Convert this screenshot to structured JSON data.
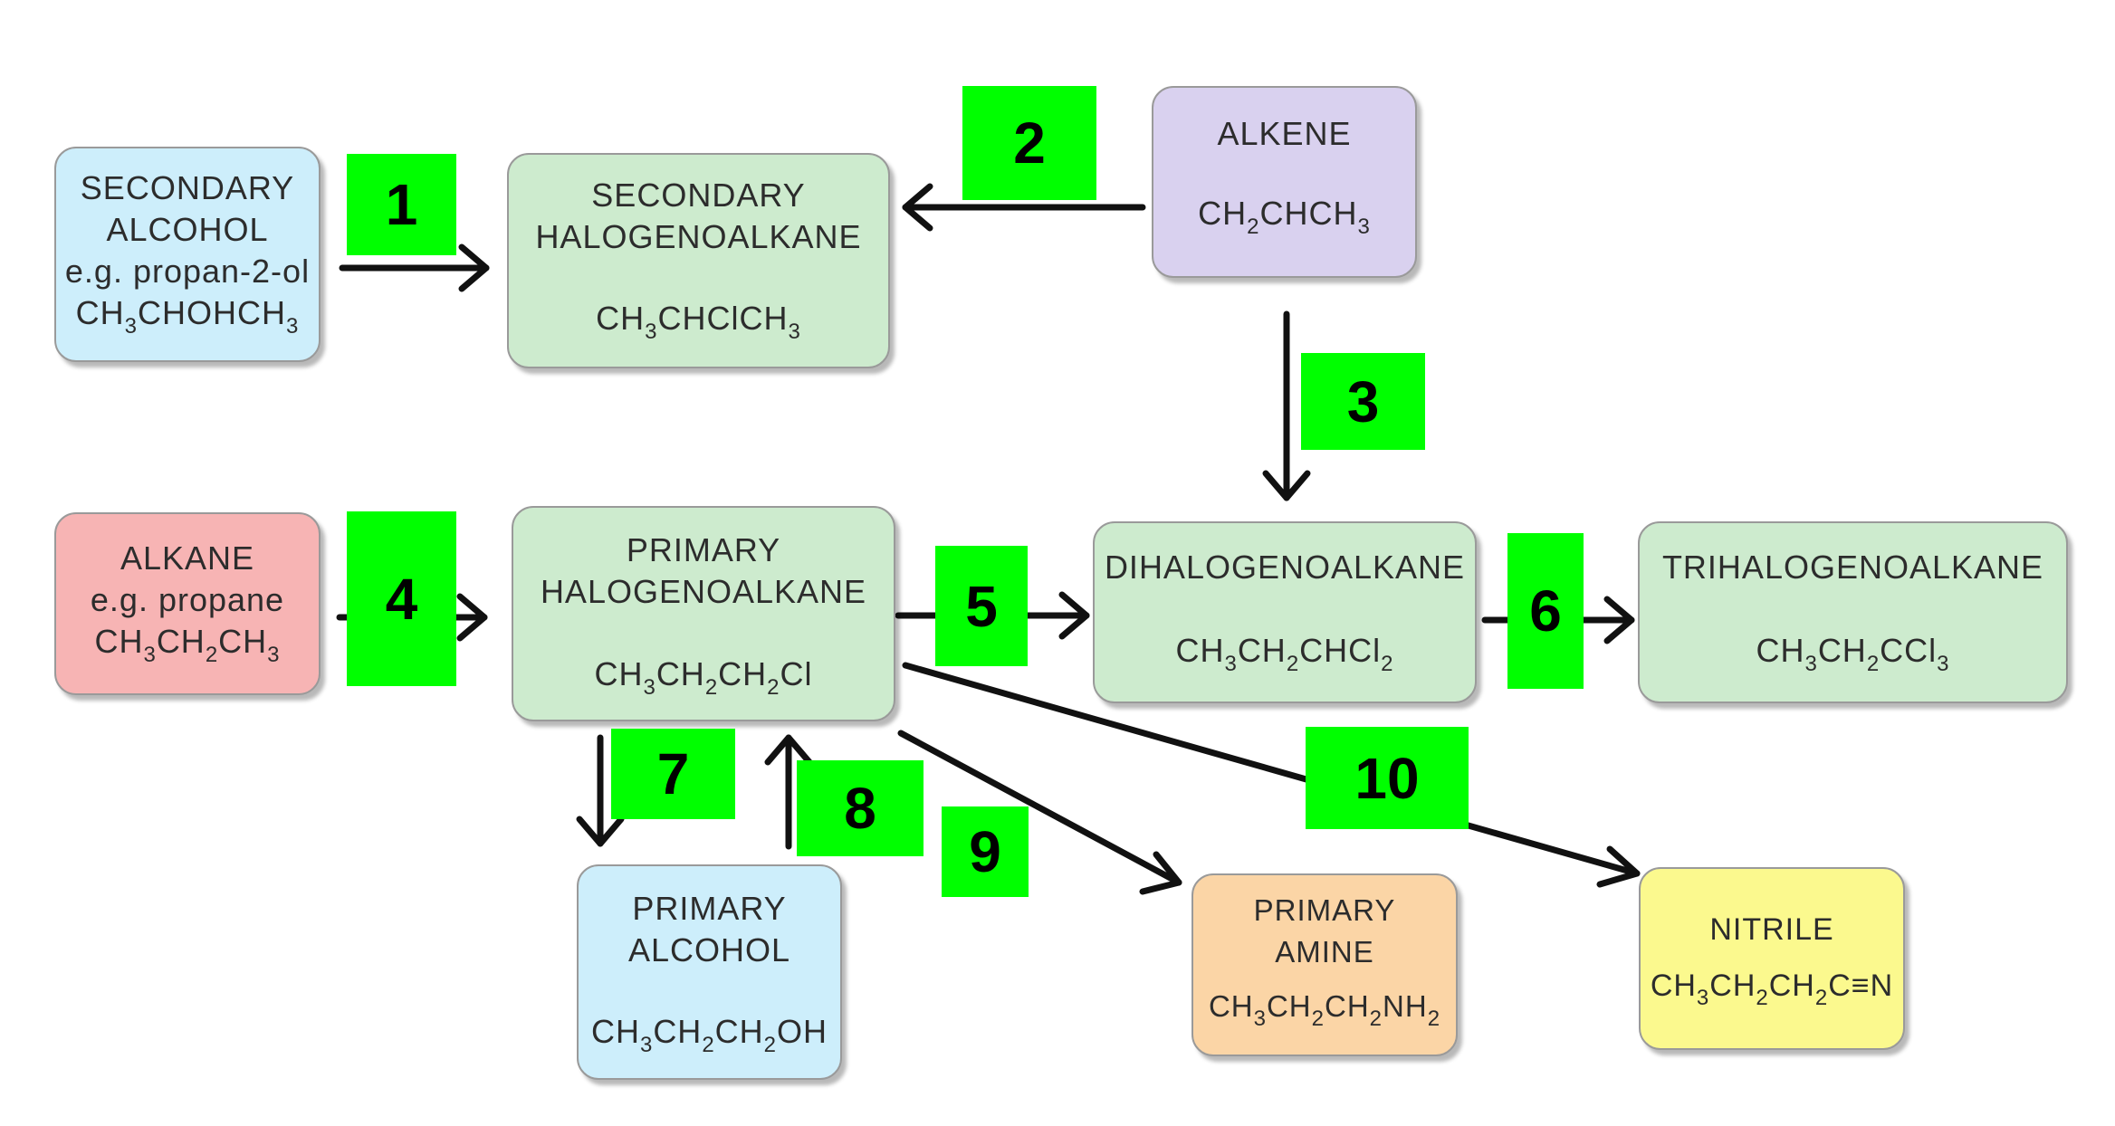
{
  "colors": {
    "alcohol": "#cdeefb",
    "halogenoalkane": "#cdebce",
    "alkene": "#d9d1ef",
    "alkane": "#f7b4b4",
    "amine": "#fbd5a6",
    "nitrile": "#fbf98e",
    "step_badge": "#00ff00",
    "arrow": "#111111"
  },
  "boxes": {
    "secondary_alcohol": {
      "lines": [
        "SECONDARY",
        "ALCOHOL",
        "e.g. propan-2-ol"
      ],
      "formula": "CH_3CHOHCH_3"
    },
    "secondary_halogenoalkane": {
      "lines": [
        "SECONDARY",
        "HALOGENOALKANE"
      ],
      "formula": "CH_3CHClCH_3"
    },
    "alkene": {
      "lines": [
        "ALKENE"
      ],
      "formula": "CH_2CHCH_3"
    },
    "alkane": {
      "lines": [
        "ALKANE",
        "e.g. propane"
      ],
      "formula": "CH_3CH_2CH_3"
    },
    "primary_halogenoalkane": {
      "lines": [
        "PRIMARY",
        "HALOGENOALKANE"
      ],
      "formula": "CH_3CH_2CH_2Cl"
    },
    "dihalogenoalkane": {
      "lines": [
        "DIHALOGENOALKANE"
      ],
      "formula": "CH_3CH_2CHCl_2"
    },
    "trihalogenoalkane": {
      "lines": [
        "TRIHALOGENOALKANE"
      ],
      "formula": "CH_3CH_2CCl_3"
    },
    "primary_alcohol": {
      "lines": [
        "PRIMARY",
        "ALCOHOL"
      ],
      "formula": "CH_3CH_2CH_2OH"
    },
    "primary_amine": {
      "lines": [
        "PRIMARY",
        "AMINE"
      ],
      "formula": "CH_3CH_2CH_2NH_2"
    },
    "nitrile": {
      "lines": [
        "NITRILE"
      ],
      "formula": "CH_3CH_2CH_2C≡N"
    }
  },
  "steps": [
    "1",
    "2",
    "3",
    "4",
    "5",
    "6",
    "7",
    "8",
    "9",
    "10"
  ]
}
